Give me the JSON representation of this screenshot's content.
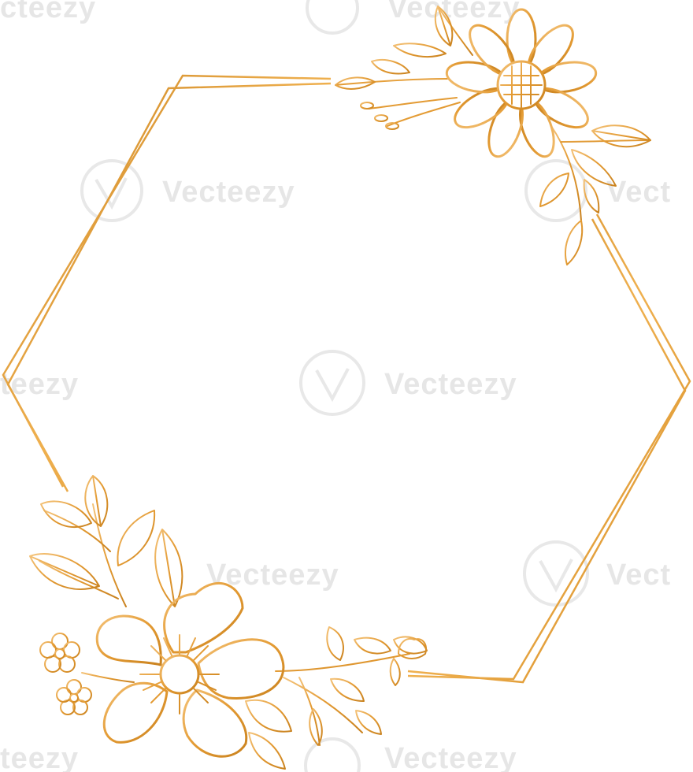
{
  "watermark": {
    "text": "Vecteezy",
    "partial_left": "teezy",
    "partial_right": "Vect",
    "partial_top": "cteezy"
  },
  "colors": {
    "gold_light": "#f4c37a",
    "gold_mid": "#e39a32",
    "gold_dark": "#c9821f",
    "watermark": "#e6e6e6",
    "background": "#ffffff"
  },
  "icons": {
    "watermark_logo": "vecteezy-v-logo",
    "top_flower": "daisy-flower",
    "bottom_flower": "wild-rose-flower"
  }
}
